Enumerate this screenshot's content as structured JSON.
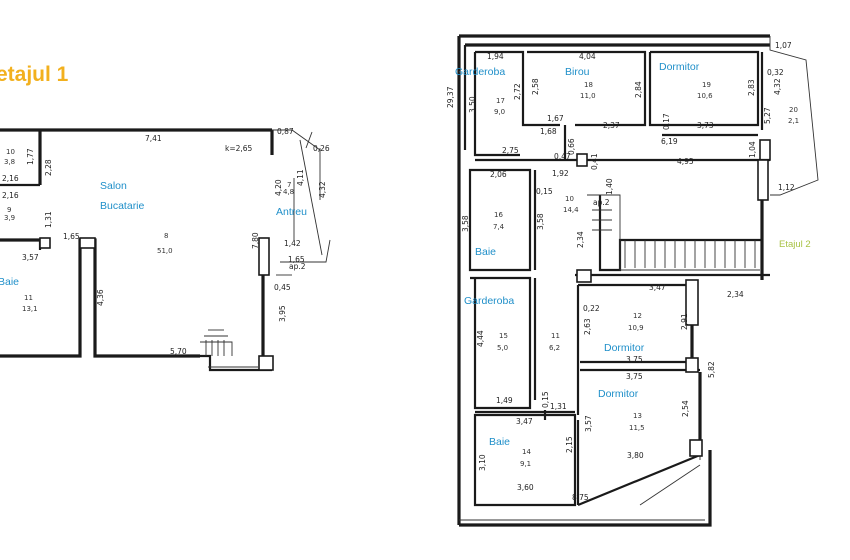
{
  "ground_floor": {
    "title": "etajul 1",
    "rooms": [
      {
        "name": "Salon\nBucatarie",
        "line1": "Salon",
        "line2": "Bucatarie",
        "number": "8",
        "area": "51,0"
      },
      {
        "name": "Antreu",
        "number": "7",
        "area": "4,8"
      },
      {
        "name": "Baie",
        "number": "11",
        "area": "13,1"
      },
      {
        "number": "10",
        "area": "3,8"
      },
      {
        "number": "9",
        "area": "3,9"
      }
    ],
    "dimensions": [
      "7,41",
      "0,87",
      "0,26",
      "k=2,65",
      "1,77",
      "2,28",
      "2,16",
      "2,16",
      "1,31",
      "1,65",
      "3,57",
      "4,36",
      "5,70",
      "7,80",
      "4,20",
      "4,11",
      "4,32",
      "1,42",
      "1,65",
      "ap.2",
      "0,45",
      "3,95"
    ]
  },
  "upper_floor": {
    "label": "Etajul 2",
    "rooms": [
      {
        "name": "Garderoba",
        "number": "17",
        "area": "9,0"
      },
      {
        "name": "Birou",
        "number": "18",
        "area": "11,0"
      },
      {
        "name": "Dormitor",
        "number": "19",
        "area": "10,6"
      },
      {
        "number": "20",
        "area": "2,1"
      },
      {
        "name": "Baie",
        "number": "16",
        "area": "7,4"
      },
      {
        "number": "10",
        "area": "14,4"
      },
      {
        "name": "Garderoba",
        "number": "15",
        "area": "5,0"
      },
      {
        "number": "11",
        "area": "6,2"
      },
      {
        "name": "Dormitor",
        "number": "12",
        "area": "10,9"
      },
      {
        "name": "Dormitor",
        "number": "13",
        "area": "11,5"
      },
      {
        "name": "Baie",
        "number": "14",
        "area": "9,1"
      }
    ],
    "dimensions": [
      "1,94",
      "4,04",
      "1,07",
      "0,32",
      "29,37",
      "3,50",
      "2,72",
      "2,58",
      "2,84",
      "2,83",
      "4,32",
      "5,27",
      "1,67",
      "1,68",
      "2,37",
      "0,17",
      "3,73",
      "0,66",
      "6,19",
      "2,75",
      "0,47",
      "1,92",
      "0,41",
      "4,95",
      "1,04",
      "1,12",
      "2,06",
      "0,15",
      "1,40",
      "3,58",
      "3,58",
      "ap.2",
      "2,34",
      "3,47",
      "2,34",
      "0,22",
      "4,44",
      "2,63",
      "2,91",
      "3,75",
      "3,75",
      "5,82",
      "1,49",
      "0,15",
      "1,31",
      "3,47",
      "3,57",
      "2,54",
      "3,10",
      "2,15",
      "3,80",
      "3,60",
      "8,75"
    ]
  }
}
